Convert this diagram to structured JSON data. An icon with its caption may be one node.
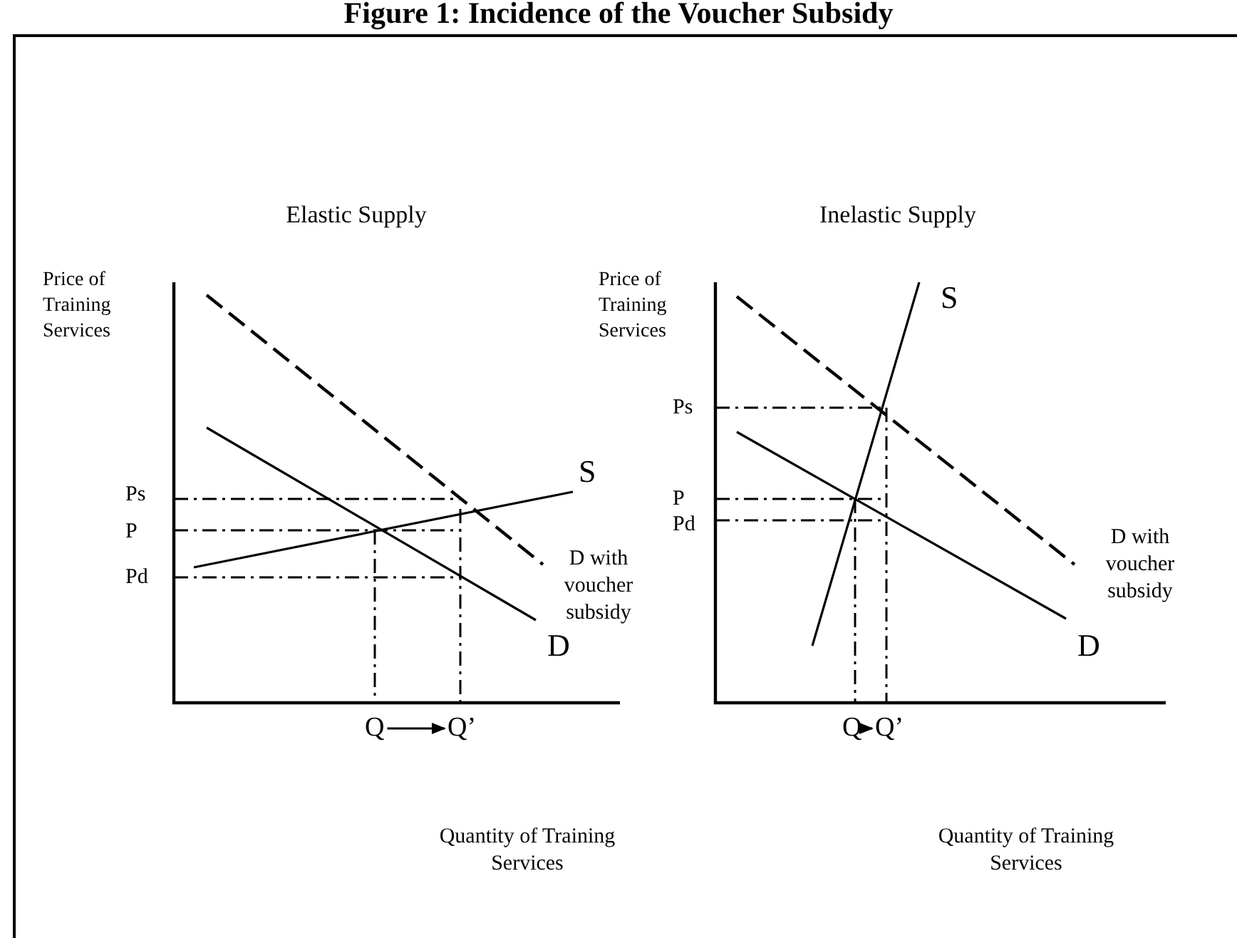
{
  "diagram": {
    "title": "Figure 1: Incidence of the Voucher Subsidy",
    "nodes": [
      {
        "text": [
          "Q"
        ]
      },
      {
        "text": [
          "Q’"
        ]
      },
      {
        "text": [
          "Q"
        ]
      },
      {
        "text": [
          "Q’"
        ]
      }
    ],
    "edges": [
      {
        "from": 0,
        "to": 1,
        "arrow": "to"
      },
      {
        "from": 2,
        "to": 3,
        "arrow": "to"
      }
    ],
    "labels": [
      "Elastic Supply",
      "Inelastic Supply",
      "Price of Training Services",
      "S",
      "Price of Training Services",
      "S",
      "Ps",
      "Ps",
      "P",
      "D with voucher subsidy",
      "P",
      "Pd",
      "Pd",
      "D with voucher subsidy",
      "D",
      "D",
      "Quantity of Training Services",
      "Quantity of Training Services"
    ]
  }
}
